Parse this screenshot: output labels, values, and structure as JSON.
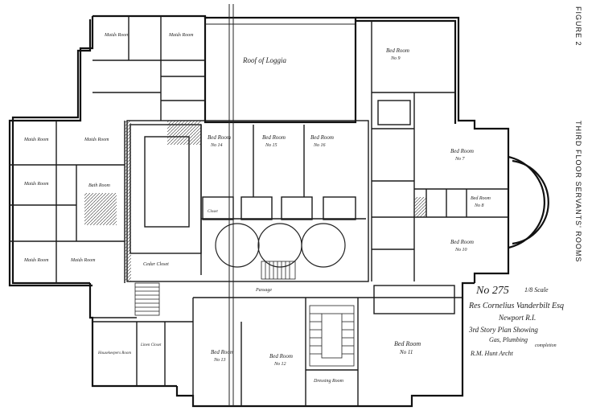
{
  "figure_label": "FIGURE 2",
  "figure_caption": "THIRD FLOOR SERVANTS' ROOMS",
  "title_block": {
    "number": "No 275",
    "scale": "1/8 Scale",
    "client": "Res Cornelius Vanderbilt Esq",
    "place": "Newport R.I.",
    "plan_name": "3rd Story Plan Showing",
    "plan_sub": "Gas, Plumbing",
    "architect": "R.M. Hunt Archt",
    "note": "completion"
  },
  "rooms": {
    "roof_of_loggia": "Roof of Loggia",
    "bed_room_9": "Bed Room",
    "bed_room_9_no": "No 9",
    "bed_room_7": "Bed Room",
    "bed_room_7_no": "No 7",
    "bed_room_8": "Bed Room",
    "bed_room_8_no": "No 8",
    "bed_room_10": "Bed Room",
    "bed_room_10_no": "No 10",
    "bed_room_11": "Bed Room",
    "bed_room_11_no": "No 11",
    "bed_room_12": "Bed Room",
    "bed_room_12_no": "No 12",
    "bed_room_13": "Bed Room",
    "bed_room_13_no": "No 13",
    "bed_room_14": "Bed Room",
    "bed_room_14_no": "No 14",
    "bed_room_15": "Bed Room",
    "bed_room_15_no": "No 15",
    "bed_room_16": "Bed Room",
    "bed_room_16_no": "No 16",
    "maids_room_a": "Maids Room",
    "maids_room_b": "Maids Room",
    "maids_room_c": "Maids Room",
    "maids_room_d": "Maids Room",
    "maids_room_e": "Maids Room",
    "maids_room_f": "Maids Room",
    "maids_room_g": "Maids Room",
    "bath_room": "Bath Room",
    "closet": "Closet",
    "dressing_room": "Dressing Room",
    "cedar_closet": "Cedar Closet",
    "passage": "Passage",
    "linen_closet": "Linen Closet",
    "housekeepers_room": "Housekeepers Room"
  }
}
